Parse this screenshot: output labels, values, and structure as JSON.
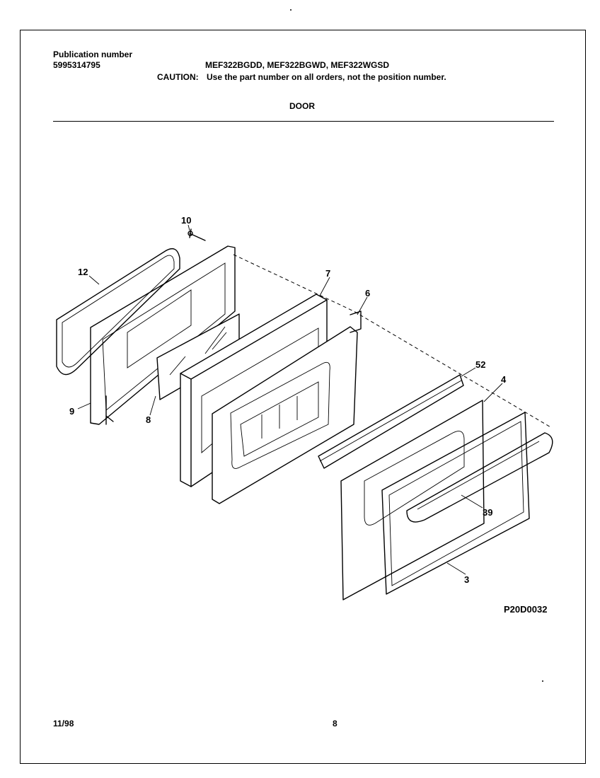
{
  "header": {
    "publication_label": "Publication number",
    "publication_number": "5995314795",
    "models": "MEF322BGDD, MEF322BGWD, MEF322WGSD",
    "caution_label": "CAUTION:",
    "caution_text": "Use the part number on all orders, not the position number.",
    "section_title": "DOOR"
  },
  "diagram": {
    "callouts": [
      "10",
      "12",
      "7",
      "6",
      "9",
      "8",
      "52",
      "4",
      "39",
      "3"
    ],
    "drawing_id": "P20D0032"
  },
  "footer": {
    "date": "11/98",
    "page_number": "8"
  }
}
